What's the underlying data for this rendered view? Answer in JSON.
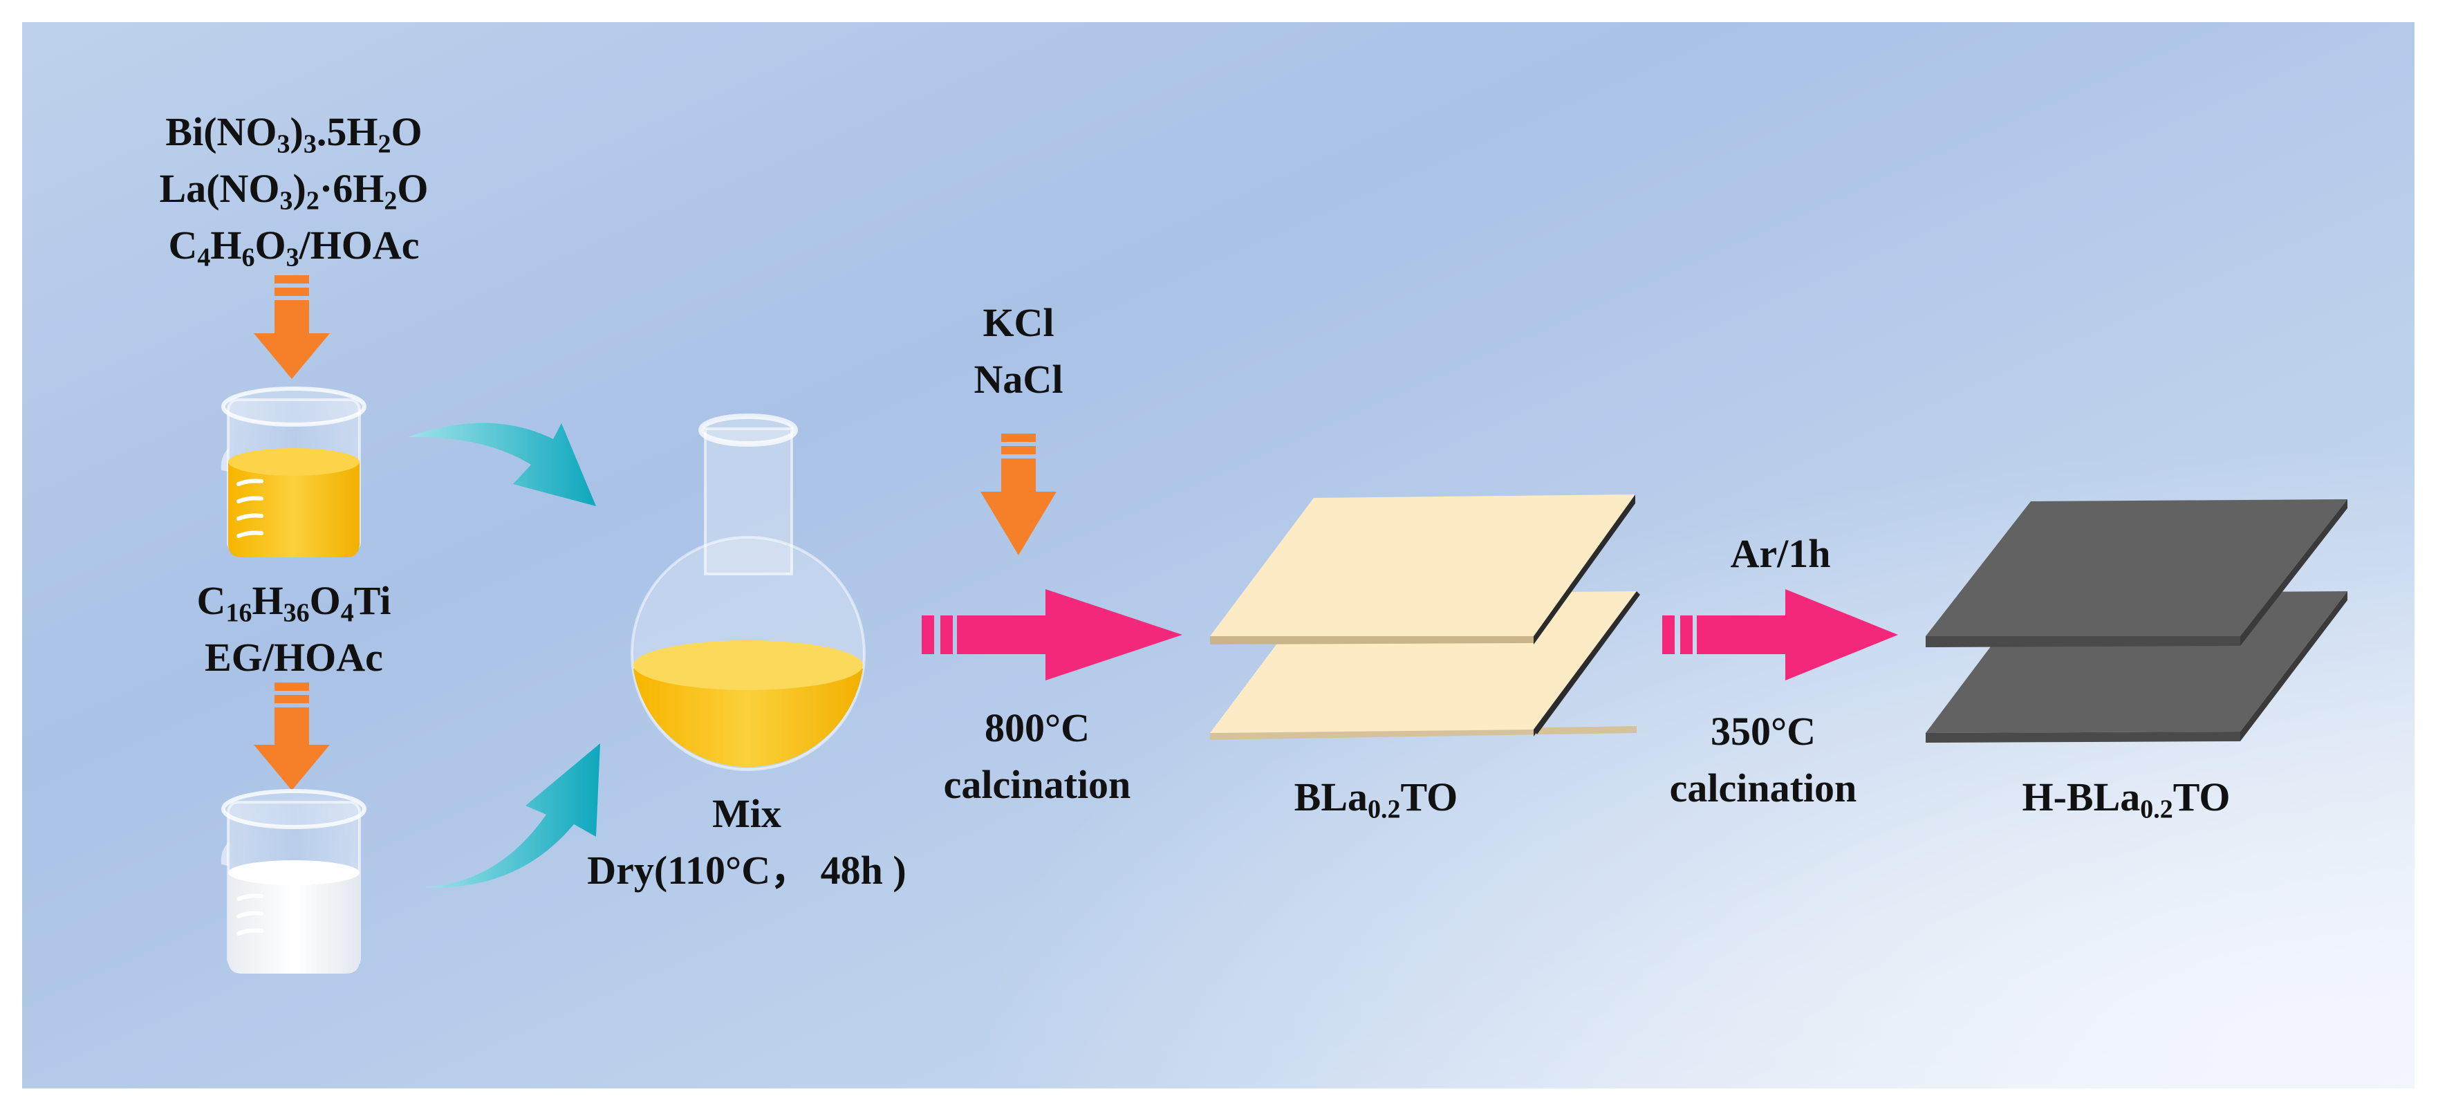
{
  "reagents_top": {
    "line1": {
      "a": "Bi(NO",
      "s1": "3",
      "b": ")",
      "s2": "3",
      "c": ".5H",
      "s3": "2",
      "d": "O"
    },
    "line2": {
      "a": "La(NO",
      "s1": "3",
      "b": ")",
      "s2": "2",
      "c": "·6H",
      "s3": "2",
      "d": "O"
    },
    "line3": {
      "a": "C",
      "s1": "4",
      "b": "H",
      "s2": "6",
      "c": "O",
      "s3": "3",
      "d": "/HOAc"
    }
  },
  "reagents_mid": {
    "line1": {
      "a": "C",
      "s1": "16",
      "b": "H",
      "s2": "36",
      "c": "O",
      "s3": "4",
      "d": "Ti"
    },
    "line2": "EG/HOAc"
  },
  "mix": {
    "title": "Mix",
    "condition": "Dry(110°C， 48h )"
  },
  "salts": {
    "line1": "KCl",
    "line2": "NaCl"
  },
  "step1": {
    "temp": "800°C",
    "process": "calcination"
  },
  "product1": {
    "a": "BLa",
    "sub": "0.2",
    "b": "TO"
  },
  "step2": {
    "atmosphere": "Ar/1h",
    "temp": "350°C",
    "process": "calcination"
  },
  "product2": {
    "a": "H-BLa",
    "sub": "0.2",
    "b": "TO"
  },
  "colors": {
    "background": "#b8cde9",
    "orange_arrow": "#f6802a",
    "pink_arrow": "#f3287a",
    "teal_arrow": "#1fb4c6",
    "yellow_solution": "#f9c31b",
    "cream_sheet": "#fdebc6",
    "gray_sheet": "#626262"
  }
}
